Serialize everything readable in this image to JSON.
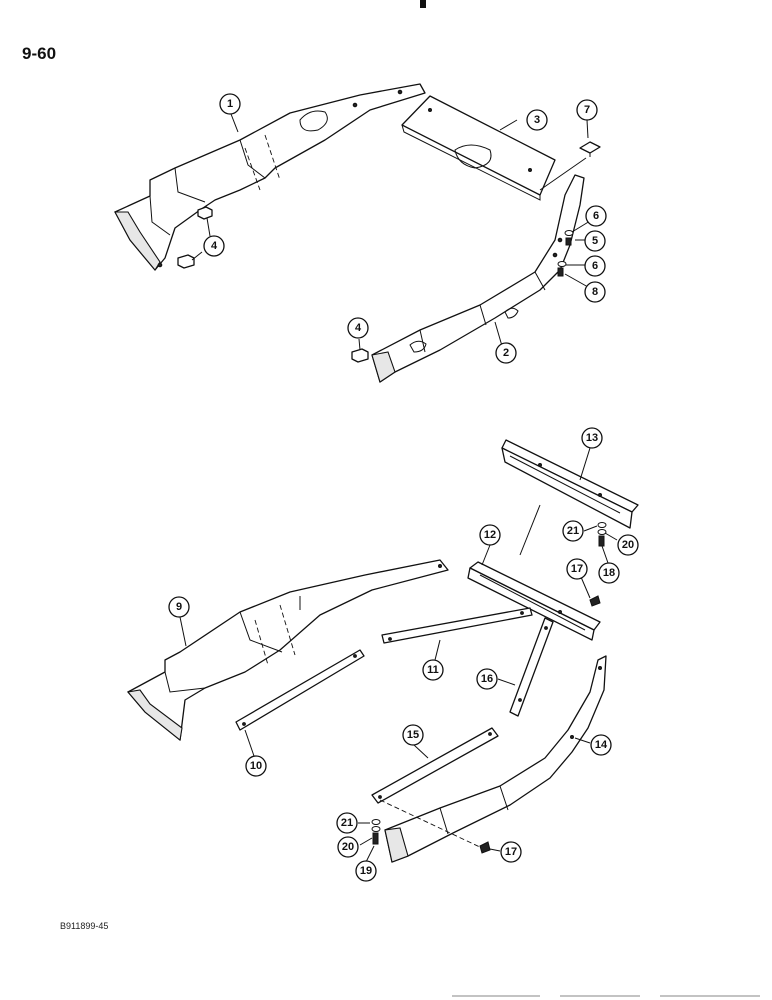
{
  "page_number": "9-60",
  "document_code": "B911899-45",
  "callouts": [
    "1",
    "2",
    "3",
    "4",
    "4",
    "5",
    "6",
    "6",
    "7",
    "8",
    "9",
    "10",
    "11",
    "12",
    "13",
    "14",
    "15",
    "16",
    "17",
    "17",
    "18",
    "19",
    "20",
    "20",
    "21",
    "21"
  ],
  "colors": {
    "line": "#111111",
    "background": "#ffffff",
    "shade": "#e7e7e7"
  }
}
